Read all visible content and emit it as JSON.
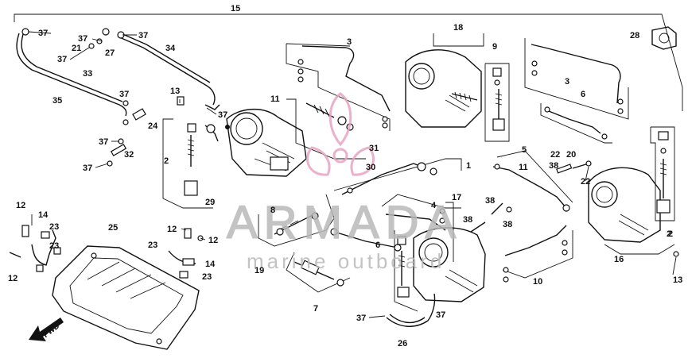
{
  "diagram": {
    "labels": [
      {
        "id": "15",
        "text": "15"
      },
      {
        "id": "37a",
        "text": "37"
      },
      {
        "id": "37b",
        "text": "37"
      },
      {
        "id": "37c",
        "text": "37"
      },
      {
        "id": "21",
        "text": "21"
      },
      {
        "id": "27",
        "text": "27"
      },
      {
        "id": "37d",
        "text": "37"
      },
      {
        "id": "33",
        "text": "33"
      },
      {
        "id": "34",
        "text": "34"
      },
      {
        "id": "35",
        "text": "35"
      },
      {
        "id": "37e",
        "text": "37"
      },
      {
        "id": "13a",
        "text": "13"
      },
      {
        "id": "37f",
        "text": "37"
      },
      {
        "id": "24",
        "text": "24"
      },
      {
        "id": "37g",
        "text": "37"
      },
      {
        "id": "32",
        "text": "32"
      },
      {
        "id": "37h",
        "text": "37"
      },
      {
        "id": "3a",
        "text": "3"
      },
      {
        "id": "11a",
        "text": "11"
      },
      {
        "id": "18",
        "text": "18"
      },
      {
        "id": "9",
        "text": "9"
      },
      {
        "id": "3b",
        "text": "3"
      },
      {
        "id": "6a",
        "text": "6"
      },
      {
        "id": "28",
        "text": "28"
      },
      {
        "id": "2a",
        "text": "2"
      },
      {
        "id": "31",
        "text": "31"
      },
      {
        "id": "30",
        "text": "30"
      },
      {
        "id": "29",
        "text": "29"
      },
      {
        "id": "1",
        "text": "1"
      },
      {
        "id": "5",
        "text": "5"
      },
      {
        "id": "11b",
        "text": "11"
      },
      {
        "id": "22a",
        "text": "22"
      },
      {
        "id": "38a",
        "text": "38"
      },
      {
        "id": "20",
        "text": "20"
      },
      {
        "id": "22b",
        "text": "22"
      },
      {
        "id": "2b",
        "text": "2"
      },
      {
        "id": "12a",
        "text": "12"
      },
      {
        "id": "14a",
        "text": "14"
      },
      {
        "id": "23a",
        "text": "23"
      },
      {
        "id": "25",
        "text": "25"
      },
      {
        "id": "12b",
        "text": "12"
      },
      {
        "id": "23b",
        "text": "23"
      },
      {
        "id": "12c",
        "text": "12"
      },
      {
        "id": "12d",
        "text": "12"
      },
      {
        "id": "23c",
        "text": "23"
      },
      {
        "id": "14b",
        "text": "14"
      },
      {
        "id": "23d",
        "text": "23"
      },
      {
        "id": "8",
        "text": "8"
      },
      {
        "id": "4",
        "text": "4"
      },
      {
        "id": "17",
        "text": "17"
      },
      {
        "id": "38b",
        "text": "38"
      },
      {
        "id": "38c",
        "text": "38"
      },
      {
        "id": "38d",
        "text": "38"
      },
      {
        "id": "6b",
        "text": "6"
      },
      {
        "id": "19",
        "text": "19"
      },
      {
        "id": "7",
        "text": "7"
      },
      {
        "id": "10",
        "text": "10"
      },
      {
        "id": "16",
        "text": "16"
      },
      {
        "id": "2c",
        "text": "2"
      },
      {
        "id": "13b",
        "text": "13"
      },
      {
        "id": "37i",
        "text": "37"
      },
      {
        "id": "37j",
        "text": "37"
      },
      {
        "id": "26",
        "text": "26"
      }
    ],
    "direction_marker": "FWD",
    "watermark": {
      "brand": "ARMADA",
      "tagline": "marine outboard",
      "logo_color": "#e8a3c2",
      "text_color": "#b9b9b9"
    },
    "ink_color": "#111111"
  }
}
